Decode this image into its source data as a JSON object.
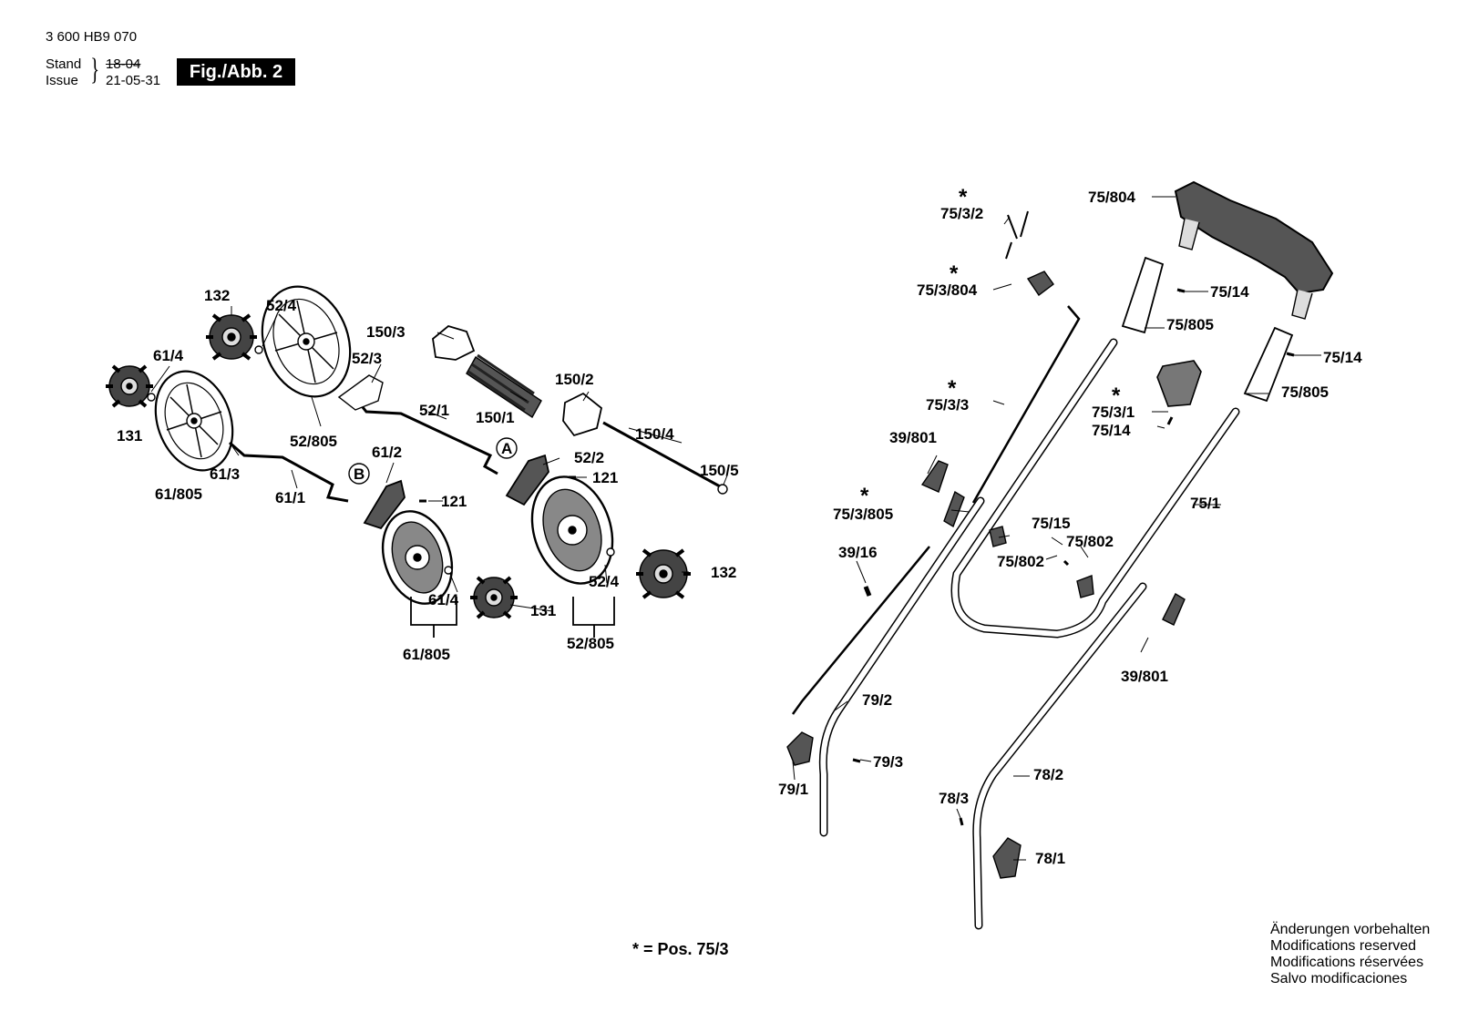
{
  "header": {
    "doc_number": "3 600 HB9 070",
    "stand_label": "Stand",
    "issue_label": "Issue",
    "old_date": "18-04",
    "new_date": "21-05-31",
    "figure_label": "Fig./Abb. 2"
  },
  "parts": {
    "p132a": "132",
    "p524a": "52/4",
    "p614a": "61/4",
    "p131a": "131",
    "p52805a": "52/805",
    "p523": "52/3",
    "p1503": "150/3",
    "p521": "52/1",
    "p1501": "150/1",
    "p1502": "150/2",
    "p1504": "150/4",
    "p1505": "150/5",
    "p612": "61/2",
    "p613": "61/3",
    "p611": "61/1",
    "p61805a": "61/805",
    "pA": "A",
    "pB": "B",
    "p522": "52/2",
    "p121a": "121",
    "p121b": "121",
    "p132b": "132",
    "p524b": "52/4",
    "p614b": "61/4",
    "p131b": "131",
    "p52805b": "52/805",
    "p61805b": "61/805",
    "p7532": "75/3/2",
    "p753804": "75/3/804",
    "p7533": "75/3/3",
    "p39801a": "39/801",
    "p753805": "75/3/805",
    "p3916": "39/16",
    "p75804": "75/804",
    "p7514a": "75/14",
    "p75805a": "75/805",
    "p7514b": "75/14",
    "p75805b": "75/805",
    "p7531": "75/3/1",
    "p7514c": "75/14",
    "p751": "75/1",
    "p7515": "75/15",
    "p75802a": "75/802",
    "p75802b": "75/802",
    "p39801b": "39/801",
    "p792": "79/2",
    "p793": "79/3",
    "p791": "79/1",
    "p782": "78/2",
    "p783": "78/3",
    "p781": "78/1"
  },
  "star_symbol": "*",
  "footnote": "* = Pos. 75/3",
  "modifications": [
    "Änderungen vorbehalten",
    "Modifications reserved",
    "Modifications réservées",
    "Salvo modificaciones"
  ]
}
